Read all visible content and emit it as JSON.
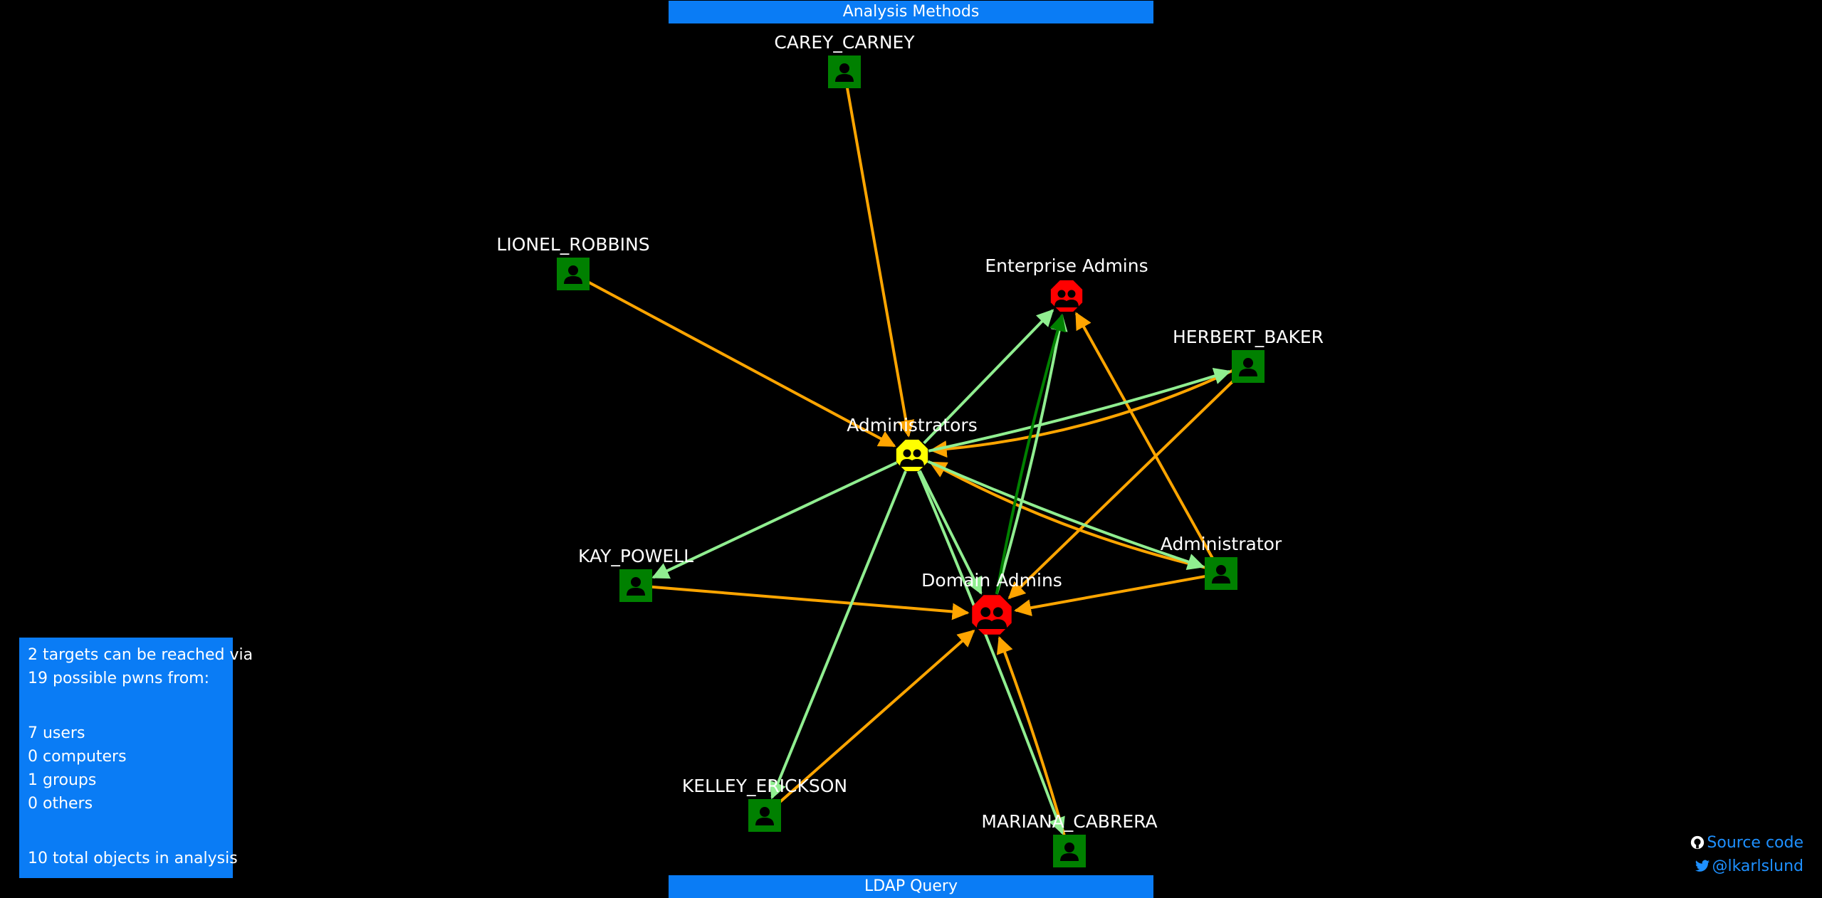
{
  "header": {
    "analysis_methods": "Analysis Methods"
  },
  "footer": {
    "ldap_query": "LDAP Query"
  },
  "graph": {
    "nodes": [
      {
        "id": "carey",
        "label": "CAREY_CARNEY",
        "kind": "user",
        "color": "#008000"
      },
      {
        "id": "lionel",
        "label": "LIONEL_ROBBINS",
        "kind": "user",
        "color": "#008000"
      },
      {
        "id": "ea",
        "label": "Enterprise Admins",
        "kind": "group",
        "color": "#ff0000"
      },
      {
        "id": "herbert",
        "label": "HERBERT_BAKER",
        "kind": "user",
        "color": "#008000"
      },
      {
        "id": "admins",
        "label": "Administrators",
        "kind": "group",
        "color": "#ffff00"
      },
      {
        "id": "kay",
        "label": "KAY_POWELL",
        "kind": "user",
        "color": "#008000"
      },
      {
        "id": "administrator",
        "label": "Administrator",
        "kind": "user",
        "color": "#008000"
      },
      {
        "id": "da",
        "label": "Domain Admins",
        "kind": "group",
        "color": "#ff0000"
      },
      {
        "id": "kelley",
        "label": "KELLEY_ERICKSON",
        "kind": "user",
        "color": "#008000"
      },
      {
        "id": "mariana",
        "label": "MARIANA_CABRERA",
        "kind": "user",
        "color": "#008000"
      }
    ],
    "edges": [
      {
        "from": "carey",
        "to": "admins",
        "color": "#ffa500"
      },
      {
        "from": "lionel",
        "to": "admins",
        "color": "#ffa500"
      },
      {
        "from": "herbert",
        "to": "admins",
        "color": "#ffa500"
      },
      {
        "from": "administrator",
        "to": "admins",
        "color": "#ffa500"
      },
      {
        "from": "kay",
        "to": "da",
        "color": "#ffa500"
      },
      {
        "from": "administrator",
        "to": "da",
        "color": "#ffa500"
      },
      {
        "from": "kelley",
        "to": "da",
        "color": "#ffa500"
      },
      {
        "from": "mariana",
        "to": "da",
        "color": "#ffa500"
      },
      {
        "from": "herbert",
        "to": "da",
        "color": "#ffa500"
      },
      {
        "from": "administrator",
        "to": "ea",
        "color": "#ffa500"
      },
      {
        "from": "admins",
        "to": "ea",
        "color": "#90ee90"
      },
      {
        "from": "admins",
        "to": "herbert",
        "color": "#90ee90"
      },
      {
        "from": "admins",
        "to": "kay",
        "color": "#90ee90"
      },
      {
        "from": "admins",
        "to": "administrator",
        "color": "#90ee90"
      },
      {
        "from": "admins",
        "to": "kelley",
        "color": "#90ee90"
      },
      {
        "from": "admins",
        "to": "mariana",
        "color": "#90ee90"
      },
      {
        "from": "admins",
        "to": "da",
        "color": "#90ee90"
      },
      {
        "from": "da",
        "to": "ea",
        "color": "#90ee90"
      },
      {
        "from": "da",
        "to": "ea",
        "color": "#008000"
      }
    ]
  },
  "stats": {
    "line1": "2 targets can be reached via",
    "line2": "19 possible pwns from:",
    "users": "7 users",
    "computers": "0 computers",
    "groups": "1 groups",
    "others": "0 others",
    "total": "10 total objects in analysis"
  },
  "links": {
    "source_code": "Source code",
    "twitter": "@lkarlslund",
    "source_icon": "github-icon",
    "twitter_icon": "twitter-icon"
  },
  "colors": {
    "accent": "#0a7cf5",
    "link": "#1e90ff"
  }
}
